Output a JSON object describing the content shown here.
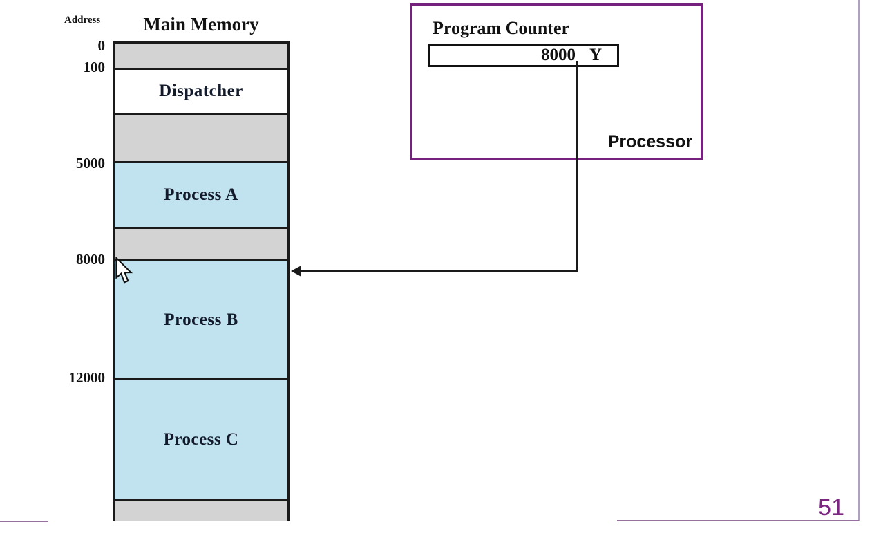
{
  "slide": {
    "page_number": "51"
  },
  "memory": {
    "address_label": "Address",
    "title": "Main Memory",
    "ticks": [
      "0",
      "100",
      "5000",
      "8000",
      "12000"
    ],
    "segments": [
      {
        "label": "",
        "kind": "unused"
      },
      {
        "label": "Dispatcher",
        "kind": "program"
      },
      {
        "label": "",
        "kind": "unused"
      },
      {
        "label": "Process A",
        "kind": "process"
      },
      {
        "label": "",
        "kind": "unused"
      },
      {
        "label": "Process B",
        "kind": "process"
      },
      {
        "label": "Process C",
        "kind": "process"
      },
      {
        "label": "",
        "kind": "unused"
      }
    ]
  },
  "processor": {
    "label": "Processor",
    "program_counter_label": "Program Counter",
    "program_counter_value": "8000",
    "program_counter_marker": "Y"
  },
  "colors": {
    "process_fill": "#c1e2ef",
    "unused_fill": "#d3d3d3",
    "processor_border": "#77217e",
    "page_number": "#7d2583",
    "line_black": "#1a1a1a"
  }
}
